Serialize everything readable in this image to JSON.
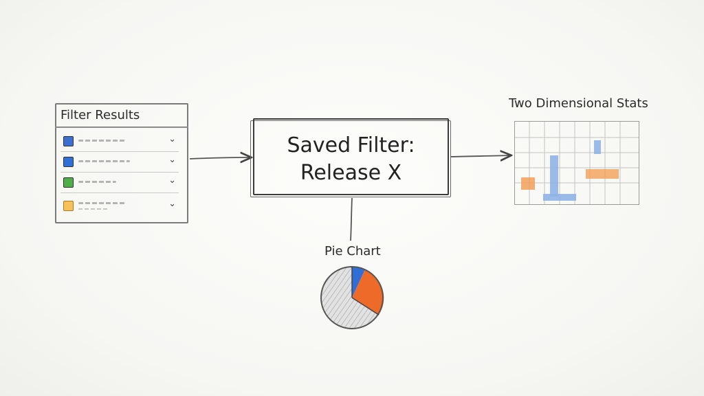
{
  "filter_results": {
    "title": "Filter Results",
    "items": [
      {
        "icon": "blue-square-icon",
        "color": "#3b6fd1",
        "chevron": "⌄"
      },
      {
        "icon": "blue-info-icon",
        "color": "#2f6fd6",
        "chevron": "⌄"
      },
      {
        "icon": "green-square-icon",
        "color": "#4fae4a",
        "chevron": "⌄"
      },
      {
        "icon": "orange-folder-icon",
        "color": "#f0a83a",
        "chevron": "⌄"
      }
    ]
  },
  "saved_filter": {
    "line1": "Saved Filter:",
    "line2": "Release X"
  },
  "stats": {
    "title": "Two Dimensional Stats",
    "colors": {
      "blue": "#8fb2e6",
      "orange": "#f2a05a"
    }
  },
  "pie": {
    "title": "Pie Chart",
    "colors": {
      "blue": "#2f6ed6",
      "orange": "#ee6a28",
      "gray": "#d6d6d6"
    }
  }
}
